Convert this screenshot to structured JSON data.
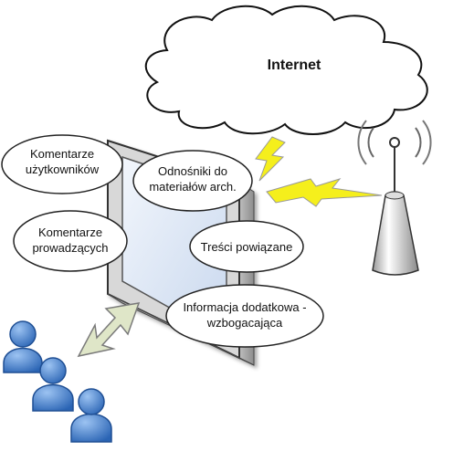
{
  "cloud": {
    "label": "Internet"
  },
  "bubbles": {
    "user_comments": [
      "Komentarze",
      "użytkowników"
    ],
    "archive_links": [
      "Odnośniki do",
      "materiałów arch."
    ],
    "host_comments": [
      "Komentarze",
      "prowadzących"
    ],
    "related_content": [
      "Treści powiązane"
    ],
    "extra_info": [
      "Informacja dodatkowa -",
      "wzbogacająca"
    ]
  },
  "icons": {
    "cloud": "cloud-icon",
    "antenna": "wifi-antenna-icon",
    "lightning": "lightning-bolt-icon",
    "screen": "display-screen-icon",
    "arrow": "double-arrow-icon",
    "users": "user-group-icon"
  },
  "colors": {
    "bolt_fill": "#f5ef1c",
    "screen_fill": "#dfe9f7",
    "user_fill": "#3f7fd0",
    "arrow_fill": "#dfe6c8"
  }
}
